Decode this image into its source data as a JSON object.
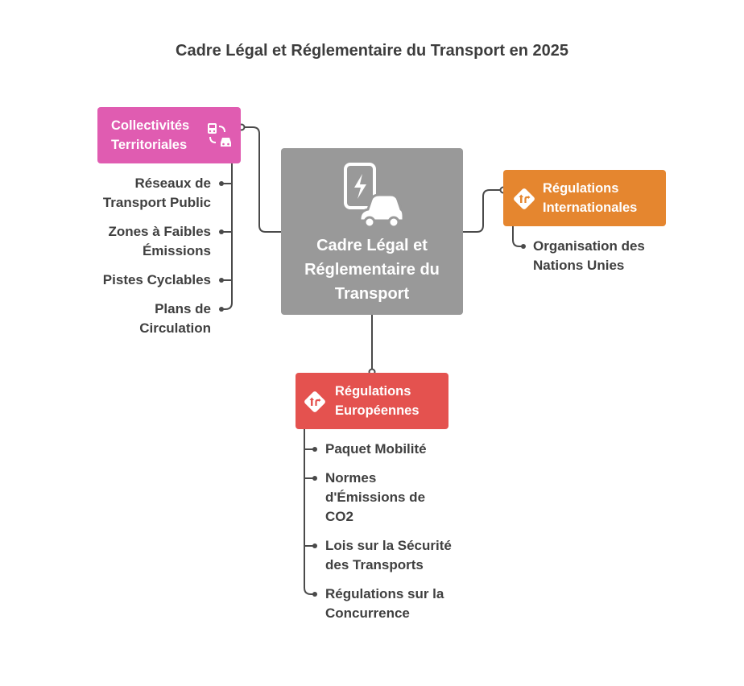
{
  "title": "Cadre Légal et Réglementaire du Transport en 2025",
  "center": {
    "lines": [
      "Cadre Légal et",
      "Réglementaire du",
      "Transport"
    ],
    "icon": "electric-car-charging-icon",
    "color": "#999999"
  },
  "branches": {
    "collectivites": {
      "lines": [
        "Collectivités",
        "Territoriales"
      ],
      "icon": "bus-car-transfer-icon",
      "color": "#e05cb1",
      "items": [
        [
          "Réseaux de",
          "Transport Public"
        ],
        [
          "Zones à Faibles",
          "Émissions"
        ],
        [
          "Pistes Cyclables"
        ],
        [
          "Plans de",
          "Circulation"
        ]
      ]
    },
    "internationales": {
      "lines": [
        "Régulations",
        "Internationales"
      ],
      "icon": "road-sign-icon",
      "color": "#e5862f",
      "items": [
        [
          "Organisation des",
          "Nations Unies"
        ]
      ]
    },
    "europeennes": {
      "lines": [
        "Régulations",
        "Européennes"
      ],
      "icon": "road-sign-icon",
      "color": "#e4524f",
      "items": [
        [
          "Paquet Mobilité"
        ],
        [
          "Normes",
          "d'Émissions de",
          "CO2"
        ],
        [
          "Lois sur la Sécurité",
          "des Transports"
        ],
        [
          "Régulations sur la",
          "Concurrence"
        ]
      ]
    }
  }
}
